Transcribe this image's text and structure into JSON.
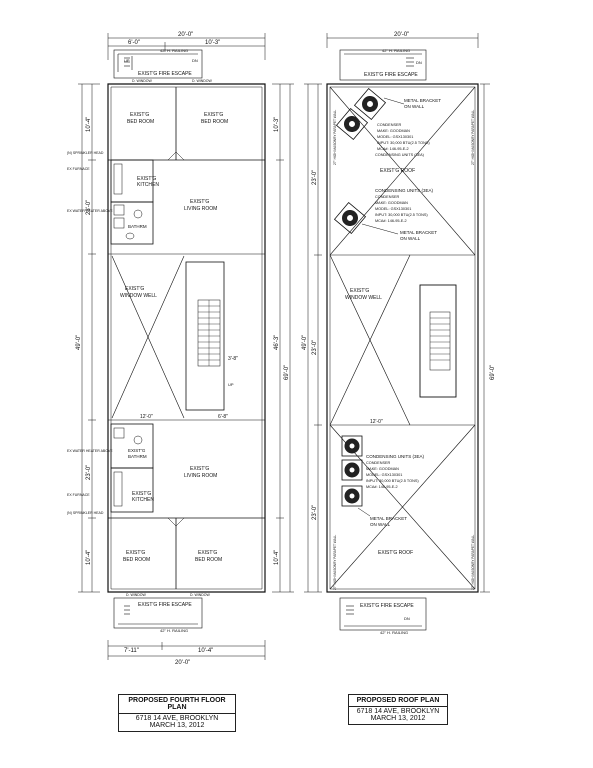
{
  "fourth_floor": {
    "dims": {
      "overall_top": "20'-0\"",
      "top_left": "6'-0\"",
      "top_right": "10'-3\"",
      "overall_bottom": "20'-0\"",
      "bottom_left": "7'-11\"",
      "bottom_right": "10'-4\"",
      "left_a": "10'-4\"",
      "left_b": "23'-0\"",
      "left_c": "49'-0\"",
      "left_d": "23'-0\"",
      "left_e": "10'-4\"",
      "right_a": "10'-3\"",
      "right_b": "46'-3\"",
      "right_c": "69'-0\"",
      "right_d": "10'-4\"",
      "mid_a": "12'-0\"",
      "mid_b": "6'-8\"",
      "mid_c": "3'-8\""
    },
    "rooms": {
      "fire_escape_top": "EXIST'G FIRE ESCAPE",
      "bed_room_tl": "EXIST'G\nBED ROOM",
      "bed_room_tr": "EXIST'G\nBED ROOM",
      "kitchen_top": "EXIST'G\nKITCHEN",
      "living_top": "EXIST'G\nLIVING ROOM",
      "bathrm_top": "EXIST'G\nBATHRM",
      "window_well": "EXIST'G\nWINDOW WELL",
      "bathrm_bot": "EXIST'G\nBATHRM",
      "living_bot": "EXIST'G\nLIVING ROOM",
      "kitchen_bot": "EXIST'G\nKITCHEN",
      "bed_room_bl": "EXIST'G\nBED ROOM",
      "bed_room_br": "EXIST'G\nBED ROOM",
      "fire_escape_bot": "EXIST'G FIRE ESCAPE"
    },
    "labels": {
      "railing_top": "42\" H. RAILING",
      "railing_bot": "42\" H. RAILING",
      "up": "UP",
      "dn": "DN",
      "window": "D. WINDOW",
      "sprinkler": "(N) SPRINKLER HEAD",
      "furnace": "EX FURNACE",
      "water_heater": "EX WATER HEATER ABOVE"
    },
    "title": {
      "line1": "PROPOSED FOURTH FLOOR PLAN",
      "line2": "6718 14 AVE, BROOKLYN",
      "line3": "MARCH 13, 2012"
    }
  },
  "roof": {
    "dims": {
      "overall_top": "20'-0\"",
      "left_a": "23'-0\"",
      "left_b": "49'-0\"",
      "left_c": "23'-0\"",
      "left_d": "23'-0\"",
      "right_a": "69'-0\"",
      "mid_a": "12'-0\""
    },
    "labels": {
      "fire_escape_top": "EXIST'G FIRE ESCAPE",
      "fire_escape_bot": "EXIST'G FIRE ESCAPE",
      "railing_top": "42\" H. RAILING",
      "railing_bot": "42\" H. RAILING",
      "dn": "DN",
      "bracket_top": "METAL BRACKET\nON WALL",
      "bracket_mid": "METAL BRACKET\nON WALL",
      "bracket_bot": "METAL BRACKET\nON WALL",
      "roof_top": "EXIST'G ROOF",
      "roof_bot": "EXIST'G ROOF",
      "window_well": "EXIST'G\nWINDOW WELL",
      "cond_units": "CONDENSING UNITS (3EA)",
      "condenser": "CONDENSER",
      "make": "MAKE: GOODMAN",
      "model": "MODEL: GSX130301",
      "input": "INPUT: 30,000 BTU(2.5 TONS)",
      "mca": "MCA#: 146-95-E-2",
      "parapet_left": "27\" HIGH MASONRY PARAPET WALL",
      "parapet_right": "27\" HIGH MASONRY PARAPET WALL"
    },
    "title": {
      "line1": "PROPOSED ROOF PLAN",
      "line2": "6718 14 AVE, BROOKLYN",
      "line3": "MARCH 13, 2012"
    }
  },
  "colors": {
    "ink": "#111111",
    "paper": "#ffffff",
    "fill": "#222222"
  }
}
